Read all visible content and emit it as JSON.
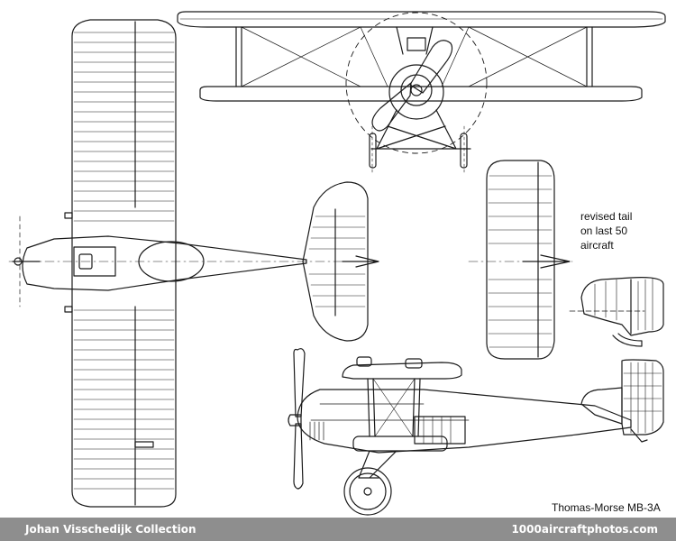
{
  "drawing": {
    "views": [
      "front-view",
      "top-view",
      "tailplane-view",
      "side-view",
      "revised-tail-detail"
    ],
    "line_color": "#1a1a1a"
  },
  "annotation": {
    "revised_tail": [
      "revised tail",
      "on last 50",
      "aircraft"
    ],
    "caption": "Thomas-Morse MB-3A"
  },
  "footer": {
    "left_credit": "Johan Visschedijk Collection",
    "right_credit": "1000aircraftphotos.com",
    "background": "#8e8e8e"
  }
}
